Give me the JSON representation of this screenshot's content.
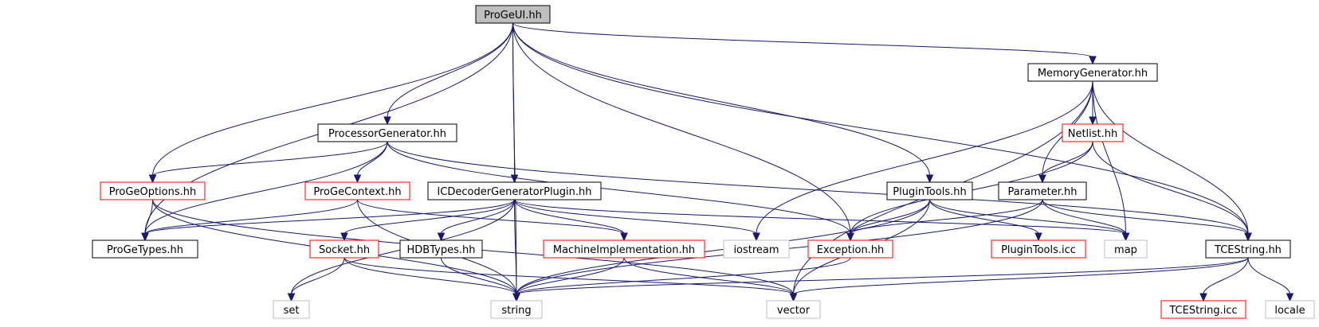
{
  "colors": {
    "edge": "#191970",
    "root_fill": "#bfbfbf",
    "documented_border": "#000000",
    "incomplete_border": "#ff0000",
    "external_border": "#bfbfbf"
  },
  "nodes": {
    "progeui": {
      "label": "ProGeUI.hh",
      "kind": "root"
    },
    "memorygenerator": {
      "label": "MemoryGenerator.hh",
      "kind": "normal"
    },
    "processorgenerator": {
      "label": "ProcessorGenerator.hh",
      "kind": "normal"
    },
    "netlist": {
      "label": "Netlist.hh",
      "kind": "red"
    },
    "progeoptions": {
      "label": "ProGeOptions.hh",
      "kind": "red"
    },
    "progecontext": {
      "label": "ProGeContext.hh",
      "kind": "red"
    },
    "icdecoder": {
      "label": "ICDecoderGeneratorPlugin.hh",
      "kind": "normal"
    },
    "plugintools": {
      "label": "PluginTools.hh",
      "kind": "normal"
    },
    "parameter": {
      "label": "Parameter.hh",
      "kind": "normal"
    },
    "progetypes": {
      "label": "ProGeTypes.hh",
      "kind": "normal"
    },
    "socket": {
      "label": "Socket.hh",
      "kind": "red"
    },
    "hdbtypes": {
      "label": "HDBTypes.hh",
      "kind": "normal"
    },
    "machineimpl": {
      "label": "MachineImplementation.hh",
      "kind": "red"
    },
    "iostream": {
      "label": "iostream",
      "kind": "ext"
    },
    "exception": {
      "label": "Exception.hh",
      "kind": "red"
    },
    "plugintoolsicc": {
      "label": "PluginTools.icc",
      "kind": "red"
    },
    "map": {
      "label": "map",
      "kind": "ext"
    },
    "tcestring": {
      "label": "TCEString.hh",
      "kind": "normal"
    },
    "set": {
      "label": "set",
      "kind": "ext"
    },
    "string": {
      "label": "string",
      "kind": "ext"
    },
    "vector": {
      "label": "vector",
      "kind": "ext"
    },
    "tcestringicc": {
      "label": "TCEString.icc",
      "kind": "red"
    },
    "locale": {
      "label": "locale",
      "kind": "ext"
    }
  },
  "edges": [
    [
      "progeui",
      "memorygenerator"
    ],
    [
      "progeui",
      "processorgenerator"
    ],
    [
      "progeui",
      "progeoptions"
    ],
    [
      "progeui",
      "progetypes"
    ],
    [
      "progeui",
      "icdecoder"
    ],
    [
      "progeui",
      "plugintools"
    ],
    [
      "progeui",
      "exception"
    ],
    [
      "progeui",
      "tcestring"
    ],
    [
      "progeui",
      "string"
    ],
    [
      "processorgenerator",
      "progeoptions"
    ],
    [
      "processorgenerator",
      "progecontext"
    ],
    [
      "processorgenerator",
      "progetypes"
    ],
    [
      "processorgenerator",
      "exception"
    ],
    [
      "processorgenerator",
      "tcestring"
    ],
    [
      "progeoptions",
      "progetypes"
    ],
    [
      "progeoptions",
      "string"
    ],
    [
      "progeoptions",
      "vector"
    ],
    [
      "progecontext",
      "progetypes"
    ],
    [
      "progecontext",
      "machineimpl"
    ],
    [
      "progecontext",
      "string"
    ],
    [
      "icdecoder",
      "progetypes"
    ],
    [
      "icdecoder",
      "socket"
    ],
    [
      "icdecoder",
      "hdbtypes"
    ],
    [
      "icdecoder",
      "machineimpl"
    ],
    [
      "icdecoder",
      "iostream"
    ],
    [
      "icdecoder",
      "set"
    ],
    [
      "icdecoder",
      "string"
    ],
    [
      "icdecoder",
      "map"
    ],
    [
      "memorygenerator",
      "netlist"
    ],
    [
      "memorygenerator",
      "parameter"
    ],
    [
      "memorygenerator",
      "tcestring"
    ],
    [
      "memorygenerator",
      "map"
    ],
    [
      "memorygenerator",
      "iostream"
    ],
    [
      "memorygenerator",
      "vector"
    ],
    [
      "netlist",
      "parameter"
    ],
    [
      "netlist",
      "exception"
    ],
    [
      "netlist",
      "tcestring"
    ],
    [
      "plugintools",
      "exception"
    ],
    [
      "plugintools",
      "plugintoolsicc"
    ],
    [
      "plugintools",
      "map"
    ],
    [
      "plugintools",
      "string"
    ],
    [
      "plugintools",
      "vector"
    ],
    [
      "parameter",
      "exception"
    ],
    [
      "parameter",
      "tcestring"
    ],
    [
      "parameter",
      "map"
    ],
    [
      "parameter",
      "string"
    ],
    [
      "socket",
      "set"
    ],
    [
      "socket",
      "string"
    ],
    [
      "socket",
      "vector"
    ],
    [
      "hdbtypes",
      "string"
    ],
    [
      "machineimpl",
      "string"
    ],
    [
      "machineimpl",
      "vector"
    ],
    [
      "exception",
      "string"
    ],
    [
      "tcestring",
      "tcestringicc"
    ],
    [
      "tcestring",
      "locale"
    ],
    [
      "tcestring",
      "string"
    ],
    [
      "tcestring",
      "vector"
    ]
  ]
}
